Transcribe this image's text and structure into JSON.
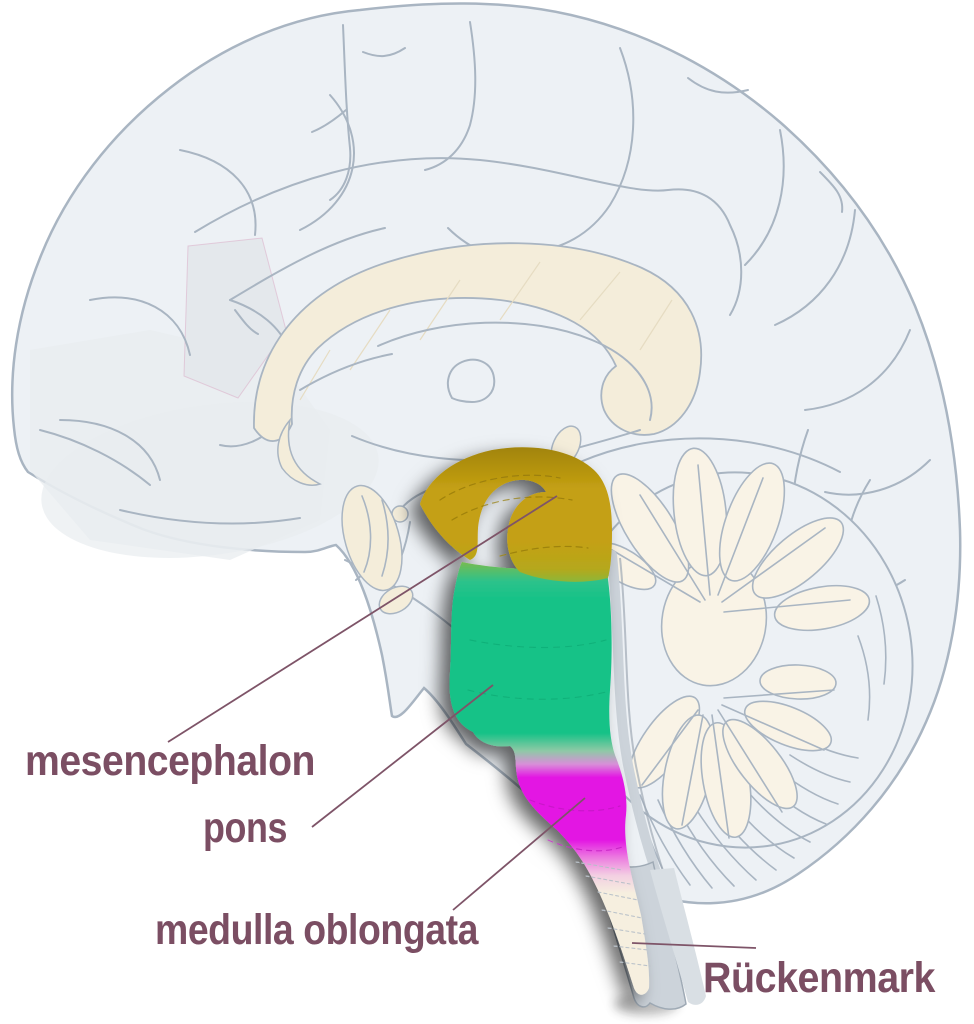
{
  "labels": {
    "mesencephalon": "mesencephalon",
    "pons": "pons",
    "medulla_oblongata": "medulla oblongata",
    "rueckenmark": "Rückenmark"
  },
  "colors": {
    "label": "#7b4e63",
    "leader": "#7e5468"
  },
  "regions": {
    "mesencephalon": "#c4a013",
    "pons": "#16c287",
    "medulla_oblongata": "#e316e3",
    "rueckenmark_cord": "#f6efdf"
  },
  "art": {
    "background": "#ffffff",
    "brain_fill": "#edf1f5",
    "brain_shade": "#e8ecef",
    "outline": "#a9b5c2",
    "cream": "#f4edda",
    "cerebellum_cream": "#f9f3e6",
    "sheath": "#ccd3da",
    "sheath_light": "#d9dfe4",
    "sheath_edge": "#9faab5"
  }
}
